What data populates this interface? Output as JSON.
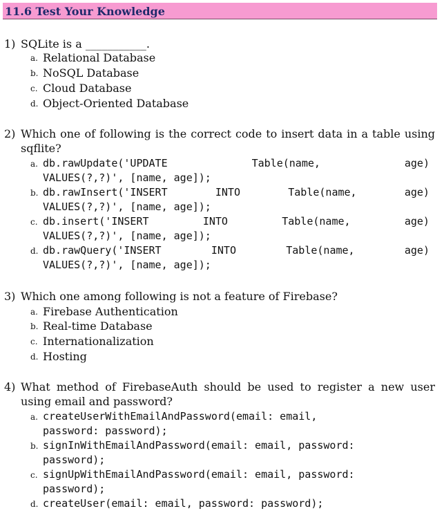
{
  "heading": "11.6 Test Your Knowledge",
  "questions": [
    {
      "number": "1)",
      "text": "SQLite is a ___________.",
      "options": [
        {
          "letter": "a.",
          "text": "Relational Database"
        },
        {
          "letter": "b.",
          "text": "NoSQL Database"
        },
        {
          "letter": "c.",
          "text": "Cloud Database"
        },
        {
          "letter": "d.",
          "text": "Object-Oriented Database"
        }
      ]
    },
    {
      "number": "2)",
      "text": "Which one of following is the correct code to insert data in a table using sqflite?",
      "options": [
        {
          "letter": "a.",
          "line1": [
            "db.rawUpdate('UPDATE",
            "Table(name,",
            "age)"
          ],
          "line2": "VALUES(?,?)', [name, age]);"
        },
        {
          "letter": "b.",
          "line1": [
            "db.rawInsert('INSERT",
            "INTO",
            "Table(name,",
            "age)"
          ],
          "line2": "VALUES(?,?)', [name, age]);"
        },
        {
          "letter": "c.",
          "line1": [
            "db.insert('INSERT",
            "INTO",
            "Table(name,",
            "age)"
          ],
          "line2": "VALUES(?,?)', [name, age]);"
        },
        {
          "letter": "d.",
          "line1": [
            "db.rawQuery('INSERT",
            "INTO",
            "Table(name,",
            "age)"
          ],
          "line2": "VALUES(?,?)', [name, age]);"
        }
      ]
    },
    {
      "number": "3)",
      "text": "Which one among following is not a feature of Firebase?",
      "options": [
        {
          "letter": "a.",
          "text": "Firebase Authentication"
        },
        {
          "letter": "b.",
          "text": "Real-time Database"
        },
        {
          "letter": "c.",
          "text": "Internationalization"
        },
        {
          "letter": "d.",
          "text": "Hosting"
        }
      ]
    },
    {
      "number": "4)",
      "text": "What method of FirebaseAuth should be used to register a new user using email and password?",
      "options": [
        {
          "letter": "a.",
          "line1": "createUserWithEmailAndPassword(email: email,",
          "line2": "password: password);"
        },
        {
          "letter": "b.",
          "line1": "signInWithEmailAndPassword(email: email, password:",
          "line2": "password);"
        },
        {
          "letter": "c.",
          "line1": "signUpWithEmailAndPassword(email: email, password:",
          "line2": "password);"
        },
        {
          "letter": "d.",
          "line1": "createUser(email: email, password: password);"
        }
      ]
    }
  ]
}
